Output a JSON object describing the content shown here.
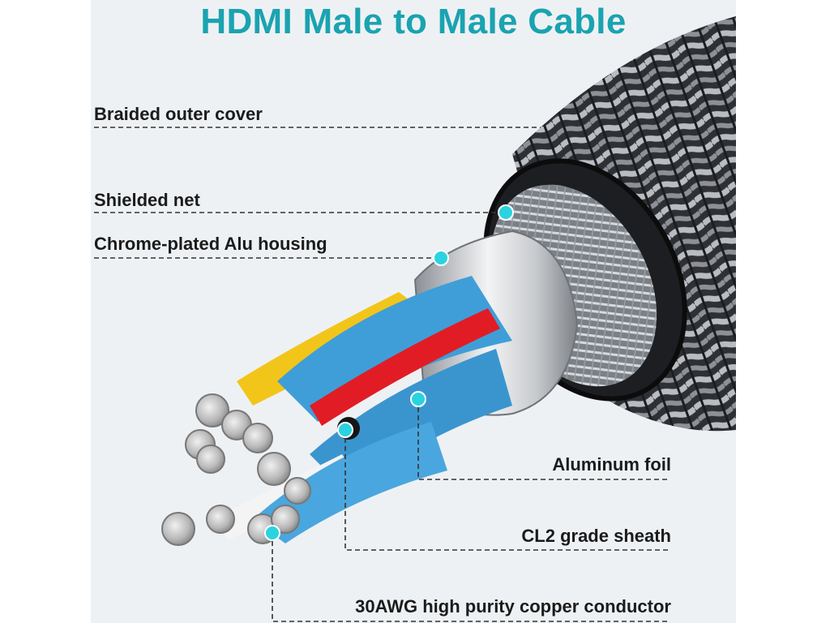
{
  "title": "HDMI Male to Male Cable",
  "labels": {
    "braided_outer_cover": "Braided outer cover",
    "shielded_net": "Shielded net",
    "chrome_plated_housing": "Chrome-plated Alu housing",
    "aluminum_foil": "Aluminum foil",
    "cl2_grade_sheath": "CL2 grade sheath",
    "copper_conductor": "30AWG high purity copper conductor"
  },
  "colors": {
    "title": "#1aa3b0",
    "marker": "#2ad3e0",
    "braid": "#3c3f44",
    "wire_yellow": "#f2c51a",
    "wire_red": "#e21c24",
    "wire_blue": "#3f9ed8",
    "wire_white": "#f4f4f4"
  }
}
